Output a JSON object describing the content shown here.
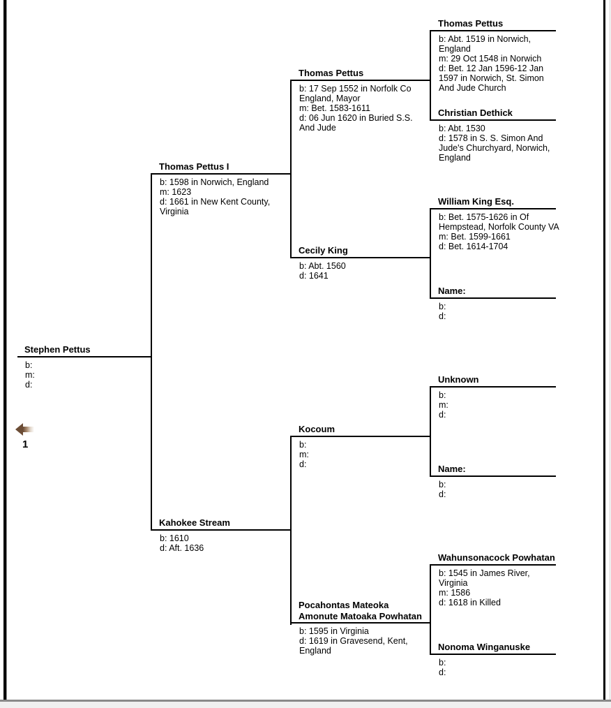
{
  "nav": {
    "arrow_icon": "back-arrow-icon",
    "number": "1"
  },
  "colors": {
    "window_border": "#000000",
    "bottom_line": "#8a8a8a",
    "status_strip": "#f0f0f0",
    "arrow_brown": "#6b4c35"
  },
  "tree": {
    "persons": {
      "g1_stephen": {
        "name": "Stephen Pettus",
        "details": "b:\nm:\nd:"
      },
      "g2_thomas_i": {
        "name": "Thomas Pettus I",
        "details": "b: 1598 in Norwich, England\nm: 1623\nd: 1661 in New Kent County,\nVirginia"
      },
      "g2_kahokee": {
        "name": "Kahokee Stream",
        "details": "b: 1610\nd: Aft. 1636"
      },
      "g3_thomas": {
        "name": "Thomas Pettus",
        "details": "b: 17 Sep 1552 in Norfolk Co\nEngland, Mayor\nm: Bet. 1583-1611\nd: 06 Jun 1620 in Buried S.S.\nAnd Jude"
      },
      "g3_cecily": {
        "name": "Cecily King",
        "details": "b: Abt. 1560\nd: 1641"
      },
      "g3_kocoum": {
        "name": "Kocoum",
        "details": "b:\nm:\nd:"
      },
      "g3_pocahontas": {
        "name": "Pocahontas Mateoka\nAmonute Matoaka Powhatan",
        "details": "b: 1595 in Virginia\nd: 1619 in Gravesend, Kent,\nEngland"
      },
      "g4_thomas": {
        "name": "Thomas Pettus",
        "details": "b: Abt. 1519 in Norwich,\nEngland\nm: 29 Oct 1548 in Norwich\nd: Bet. 12 Jan 1596-12 Jan\n1597 in Norwich, St. Simon\nAnd Jude Church"
      },
      "g4_christian": {
        "name": "Christian Dethick",
        "details": "b: Abt. 1530\nd: 1578 in S. S. Simon And\nJude's Churchyard, Norwich,\nEngland"
      },
      "g4_william": {
        "name": "William King Esq.",
        "details": "b: Bet. 1575-1626 in Of\nHempstead, Norfolk County VA\nm: Bet. 1599-1661\nd: Bet. 1614-1704"
      },
      "g4_name_a": {
        "name": "Name:",
        "details": "b:\nd:"
      },
      "g4_unknown": {
        "name": "Unknown",
        "details": "b:\nm:\nd:"
      },
      "g4_name_b": {
        "name": "Name:",
        "details": "b:\nd:"
      },
      "g4_wahunsonacock": {
        "name": "Wahunsonacock Powhatan",
        "details": "b: 1545 in James River,\nVirginia\nm: 1586\nd: 1618 in Killed"
      },
      "g4_nonoma": {
        "name": "Nonoma Winganuske",
        "details": "b:\nd:"
      }
    }
  }
}
